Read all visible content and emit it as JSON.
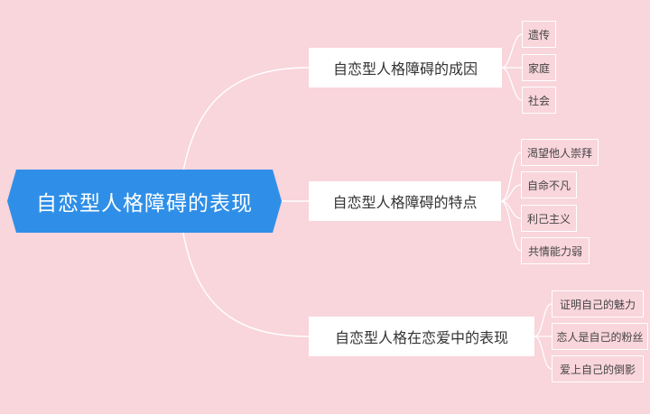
{
  "colors": {
    "background": "#f9d5dc",
    "root_fill": "#2f8fe8",
    "line": "#ffffff"
  },
  "root": {
    "label": "自恋型人格障碍的表现"
  },
  "branches": [
    {
      "label": "自恋型人格障碍的成因",
      "leaves": [
        "遗传",
        "家庭",
        "社会"
      ]
    },
    {
      "label": "自恋型人格障碍的特点",
      "leaves": [
        "渴望他人崇拜",
        "自命不凡",
        "利己主义",
        "共情能力弱"
      ]
    },
    {
      "label": "自恋型人格在恋爱中的表现",
      "leaves": [
        "证明自己的魅力",
        "恋人是自己的粉丝",
        "爱上自己的倒影"
      ]
    }
  ]
}
